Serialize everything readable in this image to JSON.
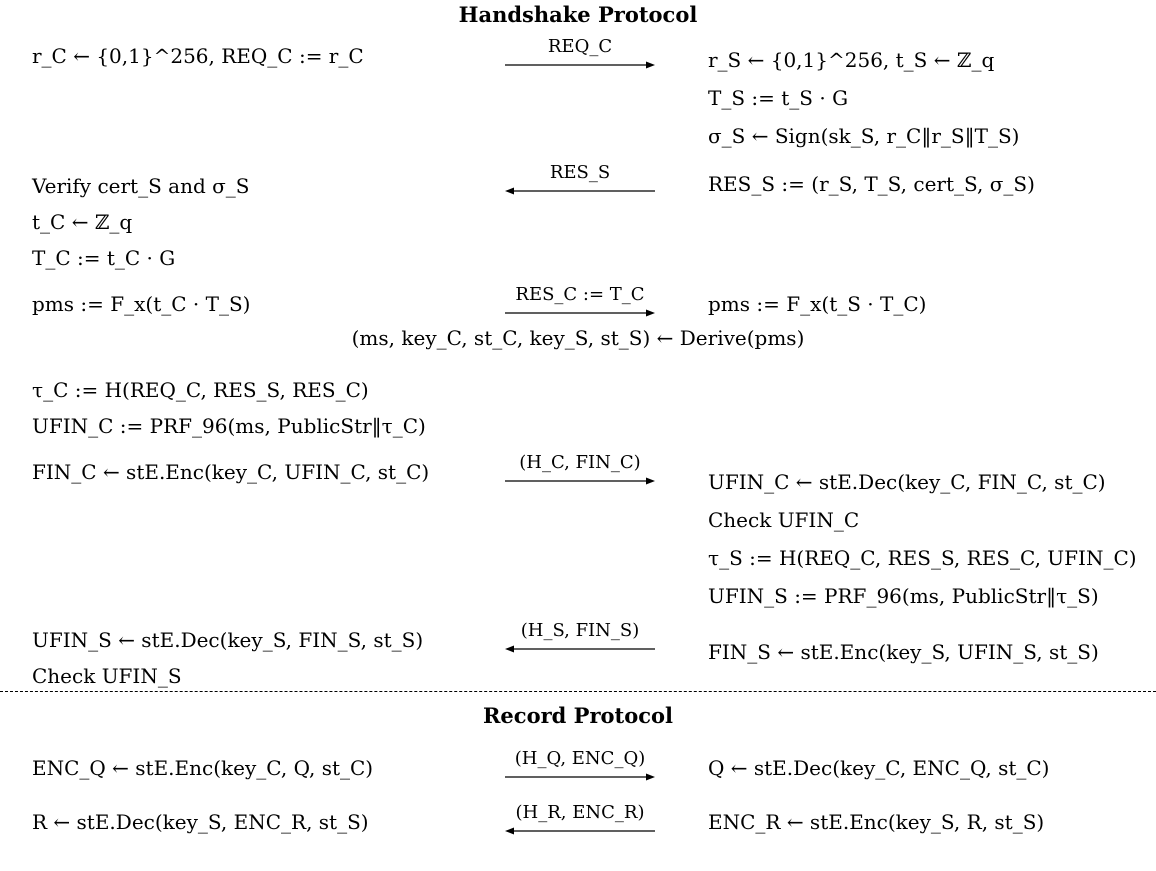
{
  "handshake_title": "Handshake Protocol",
  "record_title": "Record Protocol",
  "client": [
    "r_C ← {0,1}^256, REQ_C := r_C",
    "Verify cert_S and σ_S",
    "t_C ← ℤ_q",
    "T_C := t_C · G",
    "pms := F_x(t_C · T_S)",
    "τ_C := H(REQ_C, RES_S, RES_C)",
    "UFIN_C := PRF_96(ms, PublicStr‖τ_C)",
    "FIN_C ← stE.Enc(key_C, UFIN_C, st_C)",
    "UFIN_S ← stE.Dec(key_S, FIN_S, st_S)",
    "Check UFIN_S",
    "ENC_Q ← stE.Enc(key_C, Q, st_C)",
    "R ← stE.Dec(key_S, ENC_R, st_S)"
  ],
  "server": [
    "r_S ← {0,1}^256, t_S ← ℤ_q",
    "T_S := t_S · G",
    "σ_S ← Sign(sk_S, r_C‖r_S‖T_S)",
    "RES_S := (r_S, T_S, cert_S, σ_S)",
    "pms := F_x(t_S · T_C)",
    "UFIN_C ← stE.Dec(key_C, FIN_C, st_C)",
    "Check UFIN_C",
    "τ_S := H(REQ_C, RES_S, RES_C, UFIN_C)",
    "UFIN_S := PRF_96(ms, PublicStr‖τ_S)",
    "FIN_S ← stE.Enc(key_S, UFIN_S, st_S)",
    "Q ← stE.Dec(key_C, ENC_Q, st_C)",
    "ENC_R ← stE.Enc(key_S, R, st_S)"
  ],
  "shared": [
    "(ms, key_C, st_C, key_S, st_S) ← Derive(pms)"
  ],
  "messages": [
    {
      "label": "REQ_C",
      "direction": "right"
    },
    {
      "label": "RES_S",
      "direction": "left"
    },
    {
      "label": "RES_C := T_C",
      "direction": "right"
    },
    {
      "label": "(H_C, FIN_C)",
      "direction": "right"
    },
    {
      "label": "(H_S, FIN_S)",
      "direction": "left"
    },
    {
      "label": "(H_Q, ENC_Q)",
      "direction": "right"
    },
    {
      "label": "(H_R, ENC_R)",
      "direction": "left"
    }
  ]
}
